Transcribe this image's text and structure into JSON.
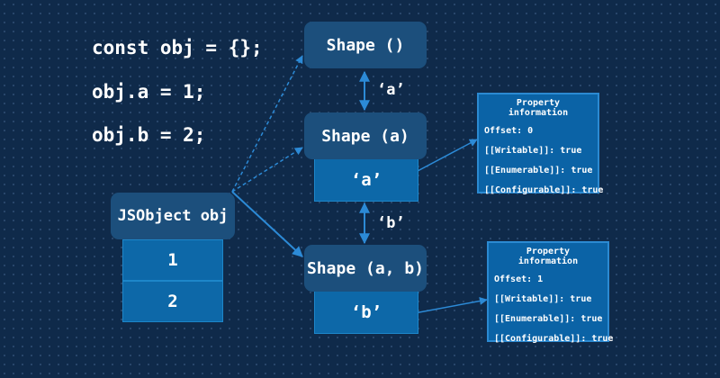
{
  "code": {
    "line1": "const obj = {};",
    "line2": "obj.a = 1;",
    "line3": "obj.b = 2;"
  },
  "shapes": [
    {
      "header": "Shape ()"
    },
    {
      "header": "Shape (a)",
      "property": "‘a’"
    },
    {
      "header": "Shape (a, b)",
      "property": "‘b’"
    }
  ],
  "transitions": [
    "‘a’",
    "‘b’"
  ],
  "jsobject": {
    "header": "JSObject obj",
    "slots": [
      "1",
      "2"
    ]
  },
  "property_info": [
    {
      "title": "Property information",
      "offset": "Offset: 0",
      "writable": "[[Writable]]: true",
      "enumerable": "[[Enumerable]]: true",
      "configurable": "[[Configurable]]: true"
    },
    {
      "title": "Property information",
      "offset": "Offset: 1",
      "writable": "[[Writable]]: true",
      "enumerable": "[[Enumerable]]: true",
      "configurable": "[[Configurable]]: true"
    }
  ],
  "colors": {
    "background": "#0f2a4a",
    "shape_header": "#1c4f7c",
    "property_cell": "#0d68a8",
    "arrow": "#1f7fc4"
  }
}
